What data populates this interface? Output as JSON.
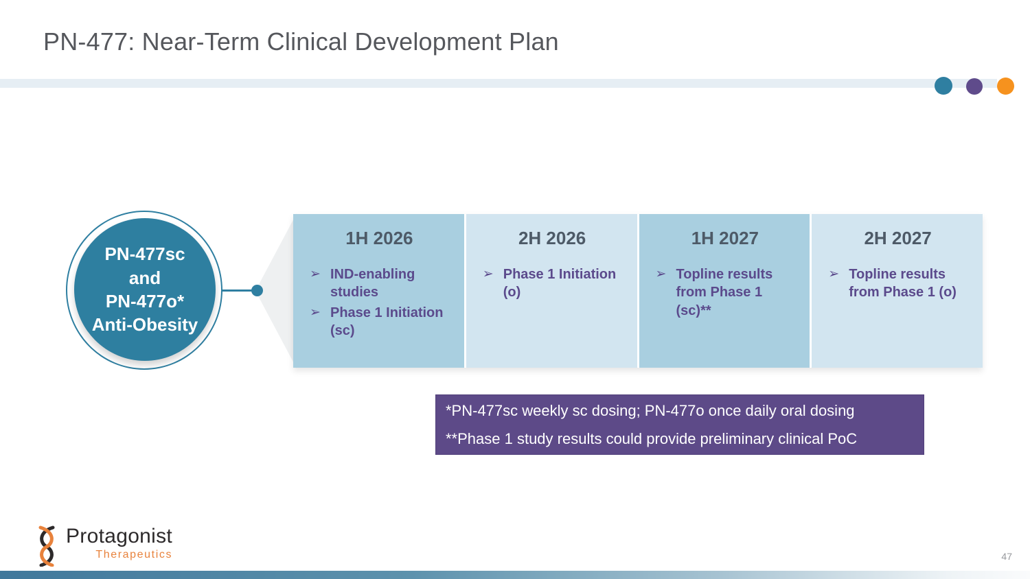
{
  "slide": {
    "title": "PN-477: Near-Term Clinical Development Plan",
    "page_number": "47"
  },
  "accent_dots": [
    {
      "name": "teal-dot",
      "color": "#2f7fa1"
    },
    {
      "name": "purple-dot",
      "color": "#5f4b8b"
    },
    {
      "name": "orange-dot",
      "color": "#f6921e"
    }
  ],
  "program_circle": {
    "lines": [
      "PN-477sc",
      "and",
      "PN-477o*",
      "Anti-Obesity"
    ]
  },
  "timeline": {
    "bullet_glyph": "➢",
    "columns": [
      {
        "period": "1H 2026",
        "shade": "dark",
        "items": [
          "IND-enabling\nstudies",
          "Phase 1 Initiation\n(sc)"
        ]
      },
      {
        "period": "2H 2026",
        "shade": "light",
        "items": [
          "Phase 1 Initiation\n(o)"
        ]
      },
      {
        "period": "1H 2027",
        "shade": "dark",
        "items": [
          "Topline results\nfrom Phase 1\n(sc)**"
        ]
      },
      {
        "period": "2H 2027",
        "shade": "light",
        "items": [
          "Topline results\nfrom Phase 1 (o)"
        ]
      }
    ]
  },
  "footnotes": {
    "lines": [
      "*PN-477sc weekly sc dosing; PN-477o once daily oral dosing",
      "**Phase 1 study results could provide preliminary clinical PoC"
    ]
  },
  "logo": {
    "name": "Protagonist",
    "sub": "Therapeutics"
  },
  "colors": {
    "circle_teal": "#2e7fa0",
    "column_dark": "#a9cfe0",
    "column_light": "#d2e5f0",
    "bullet_purple": "#5b4a8c",
    "footnote_bg": "#5d4a88",
    "divider_blue": "#e6eef4",
    "footer_teal": "#40789b",
    "title_gray": "#55575c",
    "orange_accent": "#f6921e"
  }
}
